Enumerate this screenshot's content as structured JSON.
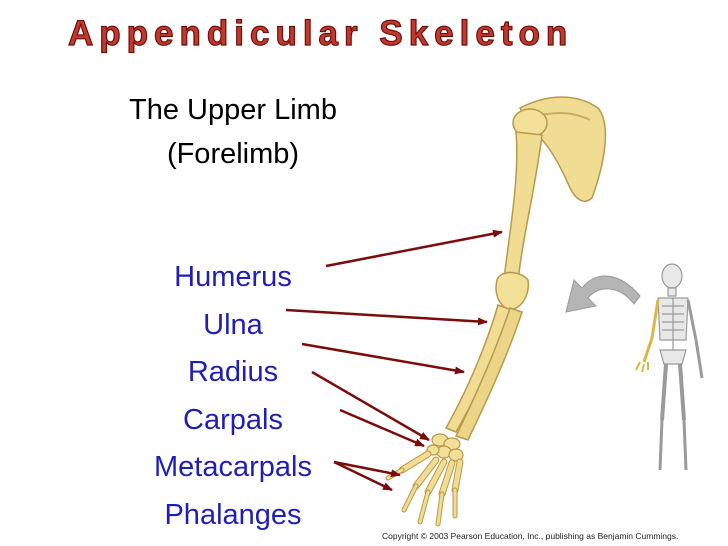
{
  "title": "Appendicular Skeleton",
  "subtitle_line1": "The Upper Limb",
  "subtitle_line2": "(Forelimb)",
  "labels": [
    "Humerus",
    "Ulna",
    "Radius",
    "Carpals",
    "Metacarpals",
    "Phalanges"
  ],
  "copyright": "Copyright © 2003 Pearson Education, Inc., publishing as Benjamin Cummings.",
  "colors": {
    "title": "#c0392b",
    "labels": "#1f1fb4",
    "arrows": "#7a0c0c",
    "bone": "#f0dc93",
    "bone_outline": "#b99a4a",
    "pointer_arrow": "#b5b5b5"
  }
}
